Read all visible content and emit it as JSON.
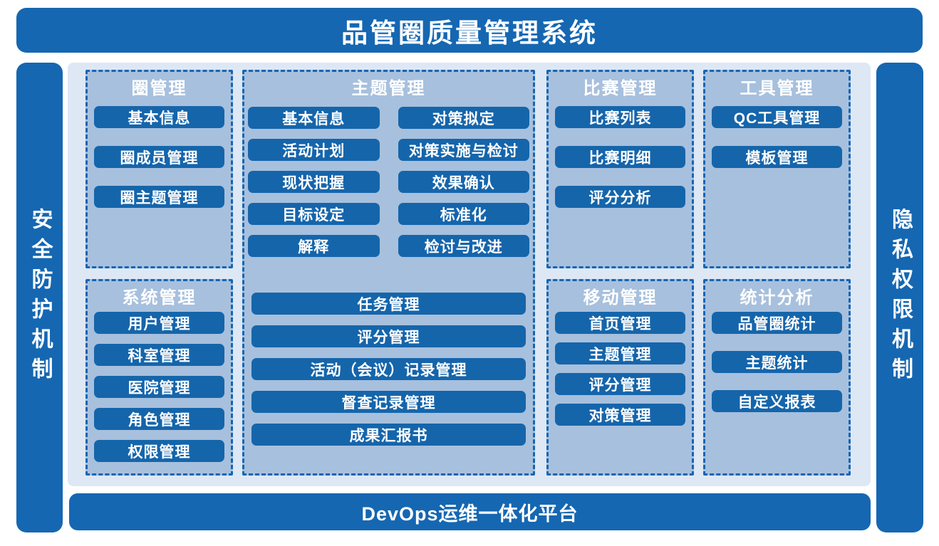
{
  "title": "品管圈质量管理系统",
  "side_bars": {
    "left": "安全防护机制",
    "right": "隐私权限机制"
  },
  "bottom_bar": "DevOps运维一体化平台",
  "colors": {
    "primary_blue": "#1567b2",
    "button_blue": "#1565ab",
    "panel_fill": "#a7c0dd",
    "content_fill": "#dde8f4",
    "dashed_border": "#1565b4",
    "text_on_blue": "#ffffff"
  },
  "panels": {
    "circle": {
      "title": "圈管理",
      "items": [
        "基本信息",
        "圈成员管理",
        "圈主题管理"
      ]
    },
    "topic": {
      "title": "主题管理",
      "left_items": [
        "基本信息",
        "活动计划",
        "现状把握",
        "目标设定",
        "解释"
      ],
      "right_items": [
        "对策拟定",
        "对策实施与检讨",
        "效果确认",
        "标准化",
        "检讨与改进"
      ],
      "full_items": [
        "任务管理",
        "评分管理",
        "活动（会议）记录管理",
        "督查记录管理",
        "成果汇报书"
      ]
    },
    "competition": {
      "title": "比赛管理",
      "items": [
        "比赛列表",
        "比赛明细",
        "评分分析"
      ]
    },
    "tool": {
      "title": "工具管理",
      "items": [
        "QC工具管理",
        "模板管理"
      ]
    },
    "system": {
      "title": "系统管理",
      "items": [
        "用户管理",
        "科室管理",
        "医院管理",
        "角色管理",
        "权限管理"
      ]
    },
    "mobile": {
      "title": "移动管理",
      "items": [
        "首页管理",
        "主题管理",
        "评分管理",
        "对策管理"
      ]
    },
    "stats": {
      "title": "统计分析",
      "items": [
        "品管圈统计",
        "主题统计",
        "自定义报表"
      ]
    }
  }
}
